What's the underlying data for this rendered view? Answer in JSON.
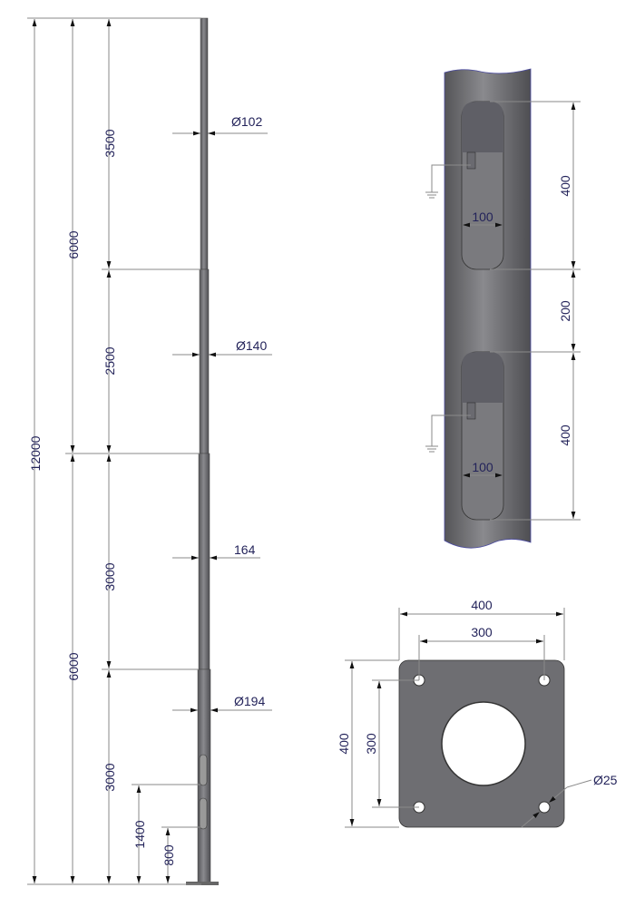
{
  "pole_elevation": {
    "heights": {
      "total": "12000",
      "upper_half": "6000",
      "lower_half": "6000",
      "seg1": "3500",
      "seg2": "2500",
      "seg3": "3000",
      "seg4": "3000",
      "door_top": "1400",
      "door_bottom": "800"
    },
    "diameters": {
      "d1": "Ø102",
      "d2": "Ø140",
      "d3": "164",
      "d4": "Ø194"
    }
  },
  "door_detail": {
    "door1_height": "400",
    "spacing": "200",
    "door2_height": "400",
    "door1_width": "100",
    "door2_width": "100"
  },
  "base_plate": {
    "width": "400",
    "hole_spacing_x": "300",
    "height": "400",
    "hole_spacing_y": "300",
    "hole_diameter": "Ø25"
  },
  "colors": {
    "metal": "#6e6e72",
    "text": "#23235a",
    "lines": "#8a8a8a"
  }
}
